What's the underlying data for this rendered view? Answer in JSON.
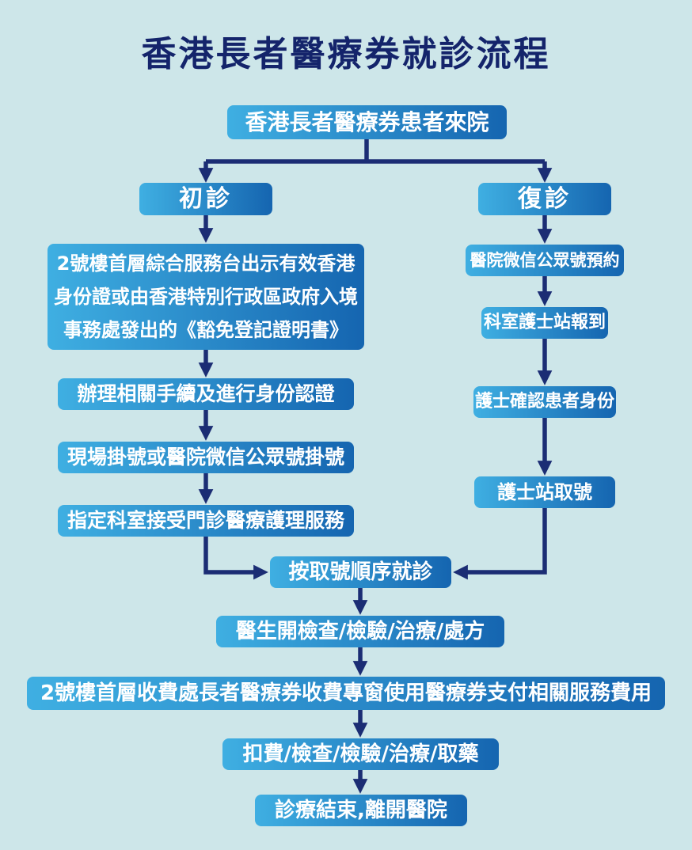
{
  "title": "香港長者醫療券就診流程",
  "start": "香港長者醫療券患者來院",
  "left_branch": {
    "header": "初診",
    "steps": [
      "2號樓首層綜合服務台出示有效香港\n身份證或由香港特別行政區政府入境\n事務處發出的《豁免登記證明書》",
      "辦理相關手續及進行身份認證",
      "現場掛號或醫院微信公眾號掛號",
      "指定科室接受門診醫療護理服務"
    ]
  },
  "right_branch": {
    "header": "復診",
    "steps": [
      "醫院微信公眾號預約",
      "科室護士站報到",
      "護士確認患者身份",
      "護士站取號"
    ]
  },
  "merged_steps": [
    "按取號順序就診",
    "醫生開檢查/檢驗/治療/處方",
    "2號樓首層收費處長者醫療券收費專窗使用醫療券支付相關服務費用",
    "扣費/檢查/檢驗/治療/取藥",
    "診療結束,離開醫院"
  ],
  "colors": {
    "background": "#cde6e9",
    "box_gradient_start": "#3fafe2",
    "box_gradient_end": "#1565b0",
    "arrow": "#1b2d74",
    "title": "#14246b",
    "box_text": "#ffffff"
  }
}
